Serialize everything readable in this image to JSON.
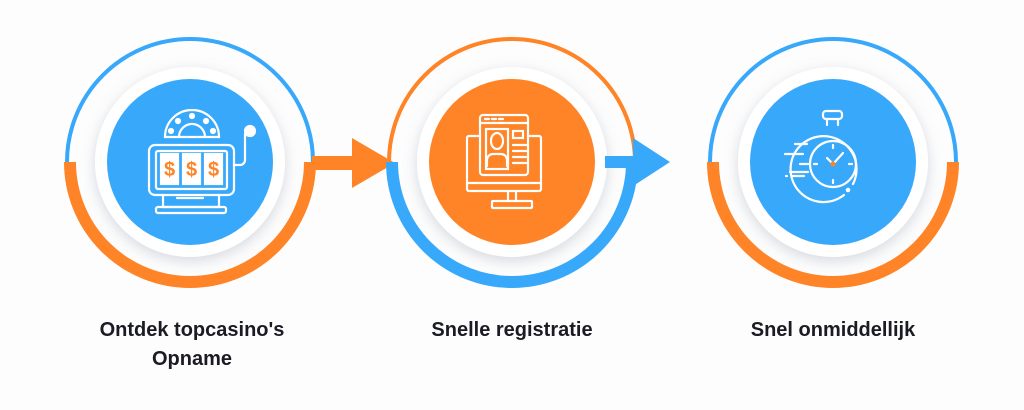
{
  "colors": {
    "blue": "#38a8fb",
    "orange": "#fe8427",
    "text": "#1b1b24"
  },
  "steps": [
    {
      "icon": "slot-machine-icon",
      "label_line1": "Ontdek topcasino's",
      "label_line2": "Opname",
      "fill": "blue",
      "dollar": "$"
    },
    {
      "icon": "registration-monitor-icon",
      "label_line1": "Snelle registratie",
      "fill": "orange"
    },
    {
      "icon": "stopwatch-icon",
      "label_line1": "Snel onmiddellijk",
      "fill": "blue"
    }
  ]
}
